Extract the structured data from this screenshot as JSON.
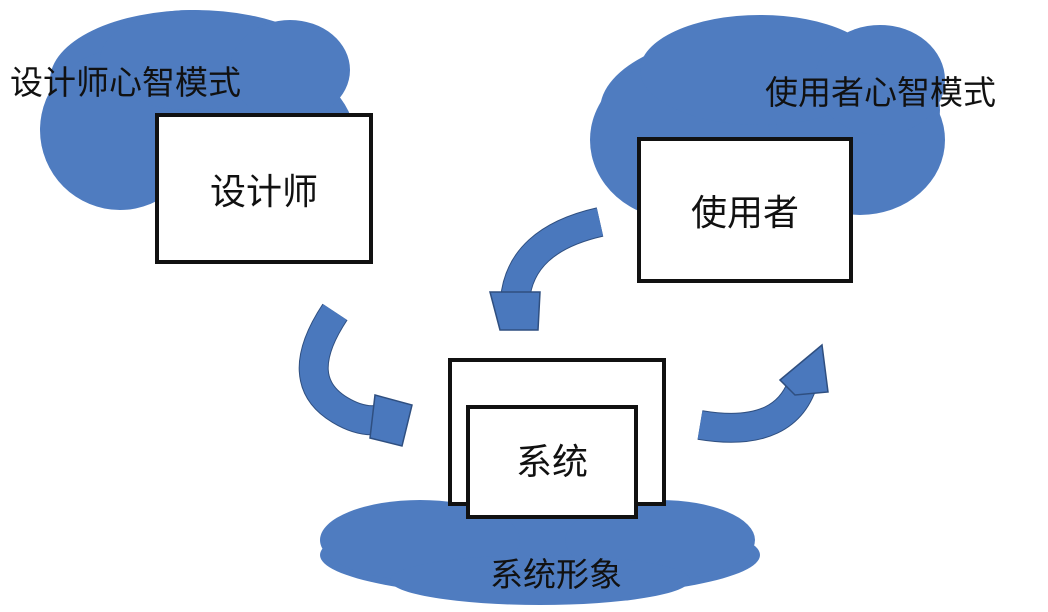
{
  "colors": {
    "cloud": "#4f7cc0",
    "arrow": "#4a78bd",
    "border": "#111111"
  },
  "designer_model": {
    "label": "设计师心智模式",
    "box": "设计师"
  },
  "user_model": {
    "label": "使用者心智模式",
    "box": "使用者"
  },
  "system_image": {
    "label": "系统形象",
    "box": "系统"
  }
}
